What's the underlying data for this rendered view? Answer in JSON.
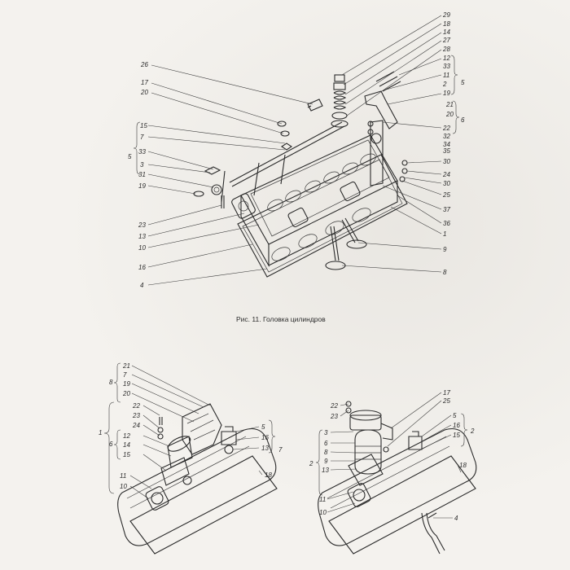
{
  "caption": "Рис. 11. Головка цилиндров",
  "colors": {
    "ink": "#2b2b2b",
    "paper": "#f4f2ee"
  },
  "top_labels": {
    "r29": "29",
    "r18": "18",
    "r14": "14",
    "r27": "27",
    "r28": "28",
    "r12": "12",
    "r33": "33",
    "r11": "11",
    "r2": "2",
    "r19": "19",
    "r21": "21",
    "r20": "20",
    "r22": "22",
    "r32": "32",
    "r34": "34",
    "r35": "35",
    "r30a": "30",
    "r24": "24",
    "r30b": "30",
    "r25": "25",
    "r37": "37",
    "r36": "36",
    "r1": "1",
    "r9": "9",
    "r8": "8",
    "brace5_right": "5",
    "brace6_right": "6",
    "l26": "26",
    "l17": "17",
    "l20": "20",
    "l15": "15",
    "l7": "7",
    "l33": "33",
    "l3": "3",
    "l31": "31",
    "l19": "19",
    "brace5_left": "5",
    "l23": "23",
    "l13": "13",
    "l10": "10",
    "l16": "16",
    "l4": "4"
  },
  "bottom_left_labels": {
    "g21": "21",
    "g7": "7",
    "g19": "19",
    "g20": "20",
    "g22": "22",
    "g23": "23",
    "g24": "24",
    "g12": "12",
    "g14": "14",
    "g15": "15",
    "g11": "11",
    "g10": "10",
    "brace8": "8",
    "brace1": "1",
    "brace6": "6",
    "g5": "5",
    "g16": "16",
    "g13": "13",
    "brace7": "7",
    "g18": "18"
  },
  "bottom_right_labels": {
    "h22": "22",
    "h23": "23",
    "h3": "3",
    "h6": "6",
    "h8": "8",
    "h9": "9",
    "h13": "13",
    "brace2_left": "2",
    "h11": "11",
    "h10": "10",
    "h17": "17",
    "h25": "25",
    "h5": "5",
    "h16": "16",
    "h15": "15",
    "brace2_right": "2",
    "h18": "18",
    "h4": "4"
  }
}
